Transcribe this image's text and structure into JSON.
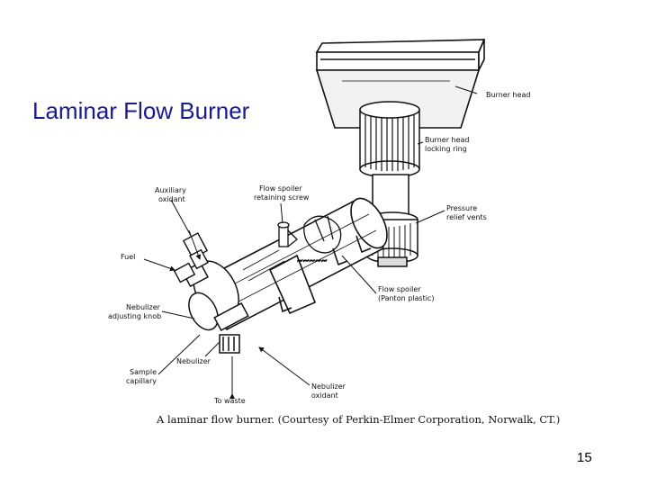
{
  "slide": {
    "title": "Laminar Flow Burner",
    "page_number": "15"
  },
  "figure": {
    "caption": "A laminar flow burner. (Courtesy of Perkin-Elmer Corporation, Norwalk, CT.)",
    "labels": {
      "burner_head": "Burner head",
      "locking_ring_1": "Burner head",
      "locking_ring_2": "locking ring",
      "aux_oxidant_1": "Auxiliary",
      "aux_oxidant_2": "oxidant",
      "spoiler_screw_1": "Flow spoiler",
      "spoiler_screw_2": "retaining screw",
      "relief_vents_1": "Pressure",
      "relief_vents_2": "relief vents",
      "fuel": "Fuel",
      "flow_spoiler_1": "Flow spoiler",
      "flow_spoiler_2": "(Panton plastic)",
      "nebulizer_knob_1": "Nebulizer",
      "nebulizer_knob_2": "adjusting knob",
      "nebulizer": "Nebulizer",
      "sample_capillary_1": "Sample",
      "sample_capillary_2": "capillary",
      "to_waste": "To waste",
      "nebulizer_oxidant_1": "Nebulizer",
      "nebulizer_oxidant_2": "oxidant"
    }
  }
}
